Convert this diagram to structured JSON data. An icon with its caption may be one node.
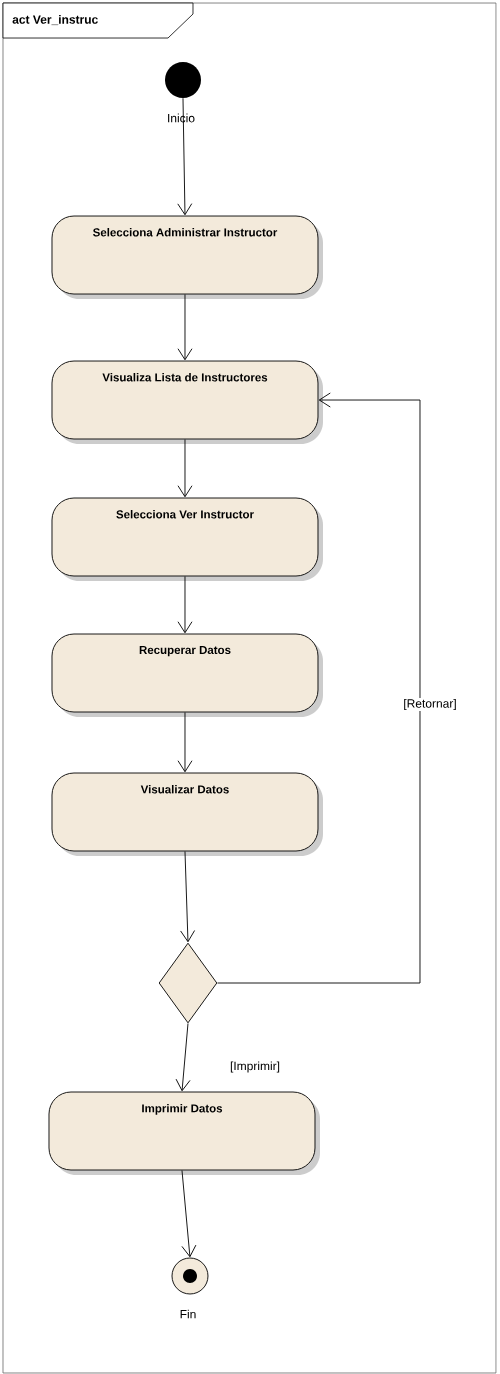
{
  "diagram": {
    "title": "act Ver_instruc",
    "nodes": [
      {
        "text": [],
        "shape": "circle",
        "beside": [
          "Inicio"
        ]
      },
      {
        "text": [
          "Selecciona Administrar Instructor"
        ]
      },
      {
        "text": [
          "Visualiza Lista de Instructores"
        ]
      },
      {
        "text": [
          "Selecciona Ver Instructor"
        ]
      },
      {
        "text": [
          "Recuperar Datos"
        ]
      },
      {
        "text": [
          "Visualizar Datos"
        ]
      },
      {
        "text": [],
        "shape": "diamond"
      },
      {
        "text": [
          "Imprimir Datos"
        ]
      },
      {
        "text": [],
        "shape": "circle",
        "beside": [
          "Fin"
        ]
      }
    ],
    "edges": [
      {
        "from": 0,
        "to": 1,
        "arrow": "to"
      },
      {
        "from": 1,
        "to": 2,
        "arrow": "to"
      },
      {
        "from": 2,
        "to": 3,
        "arrow": "to"
      },
      {
        "from": 3,
        "to": 4,
        "arrow": "to"
      },
      {
        "from": 4,
        "to": 5,
        "arrow": "to"
      },
      {
        "from": 5,
        "to": 6,
        "arrow": "to"
      },
      {
        "from": 6,
        "to": 2,
        "arrow": "to",
        "label": "[Retornar]"
      },
      {
        "from": 6,
        "to": 7,
        "arrow": "to",
        "label": "[Imprimir]"
      },
      {
        "from": 7,
        "to": 8,
        "arrow": "to"
      }
    ]
  }
}
